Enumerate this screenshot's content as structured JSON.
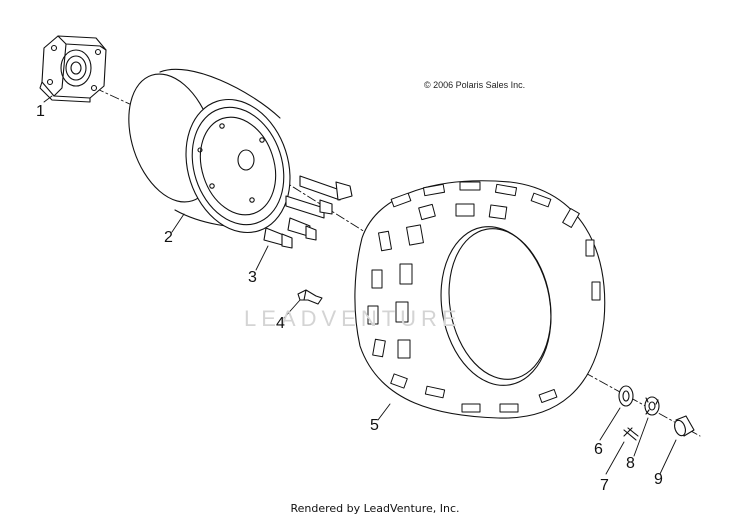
{
  "copyright": "© 2006 Polaris Sales Inc.",
  "watermark": "LEADVENTURE",
  "footer": "Rendered by LeadVenture, Inc.",
  "callouts": {
    "c1": "1",
    "c2": "2",
    "c3": "3",
    "c4": "4",
    "c5": "5",
    "c6": "6",
    "c7": "7",
    "c8": "8",
    "c9": "9"
  }
}
